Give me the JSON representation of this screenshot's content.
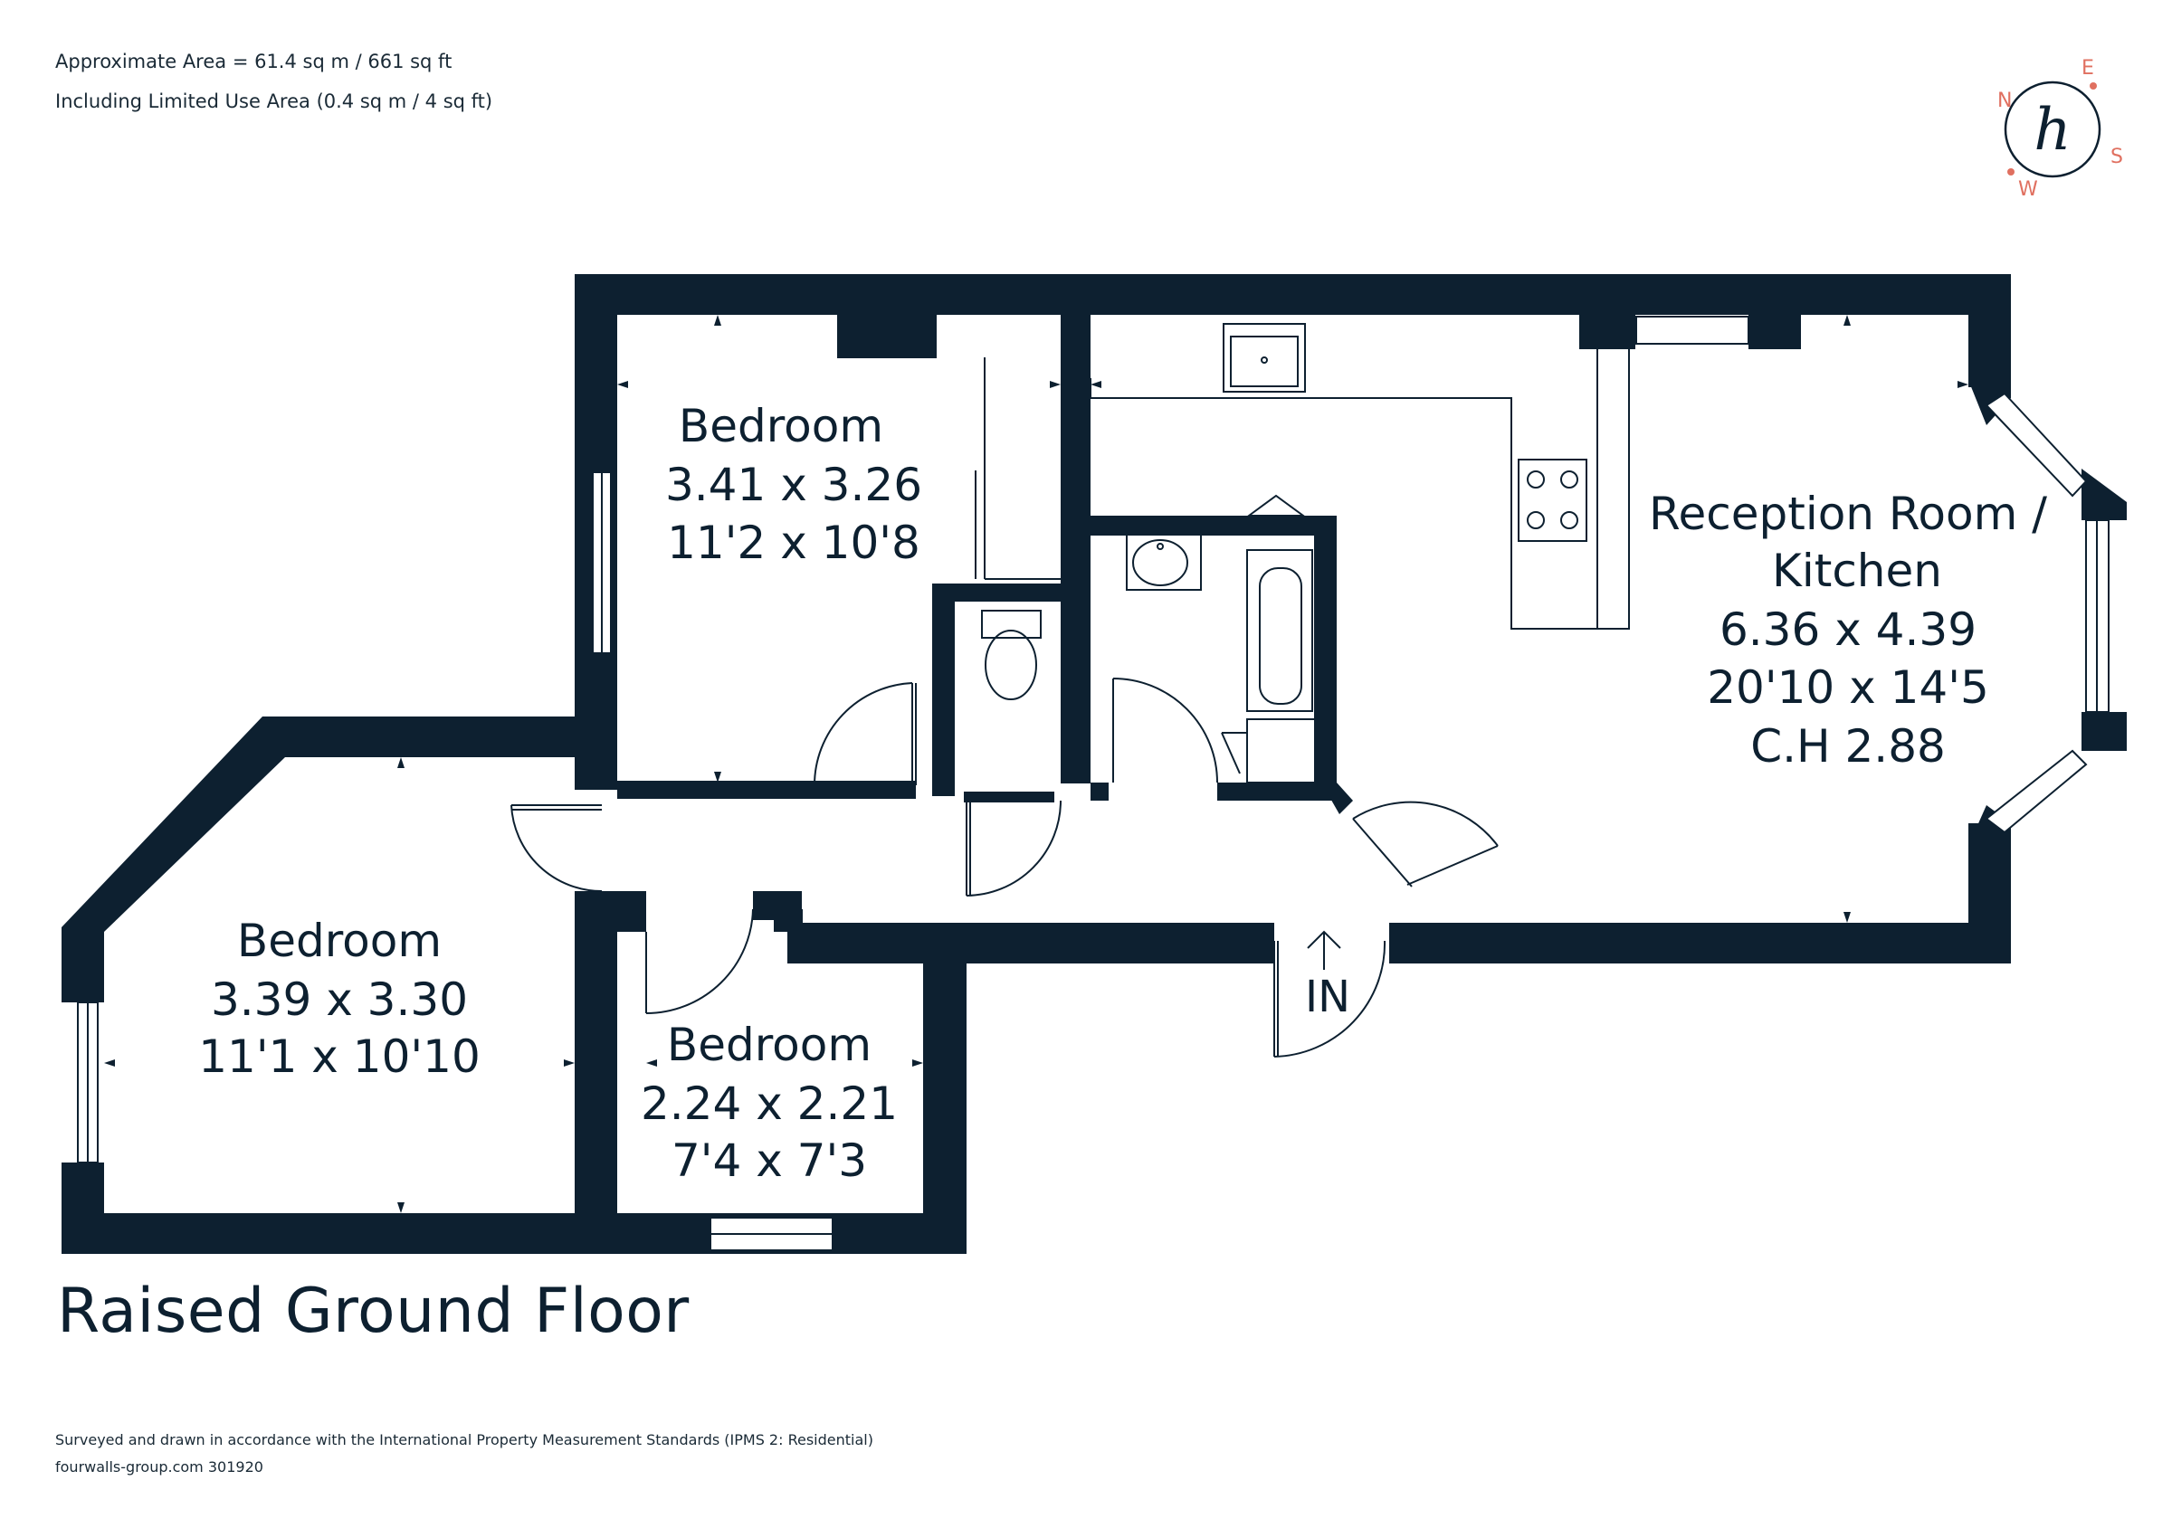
{
  "header": {
    "area_line": "Approximate Area = 61.4 sq m / 661 sq ft",
    "limited_use_line": "Including Limited Use Area (0.4 sq m / 4 sq ft)"
  },
  "compass": {
    "north": "N",
    "east": "E",
    "south": "S",
    "west": "W",
    "logo": "h"
  },
  "rooms": {
    "bedroom_top": {
      "name": "Bedroom",
      "metric": "3.41 x 3.26",
      "imperial": "11'2 x 10'8"
    },
    "bedroom_left": {
      "name": "Bedroom",
      "metric": "3.39 x 3.30",
      "imperial": "11'1 x 10'10"
    },
    "bedroom_small": {
      "name": "Bedroom",
      "metric": "2.24 x 2.21",
      "imperial": "7'4 x 7'3"
    },
    "reception": {
      "name_line1": "Reception Room /",
      "name_line2": "Kitchen",
      "metric": "6.36 x 4.39",
      "imperial": "20'10 x 14'5",
      "ceiling": "C.H 2.88"
    }
  },
  "entrance": {
    "label": "IN"
  },
  "floor_title": "Raised Ground Floor",
  "footer": {
    "standards_line": "Surveyed and drawn in accordance with the International Property Measurement Standards (IPMS 2: Residential)",
    "reference_line": "fourwalls-group.com 301920"
  },
  "colors": {
    "wall": "#0d2030",
    "compass_accent": "#e07060",
    "line": "#0d2030"
  }
}
